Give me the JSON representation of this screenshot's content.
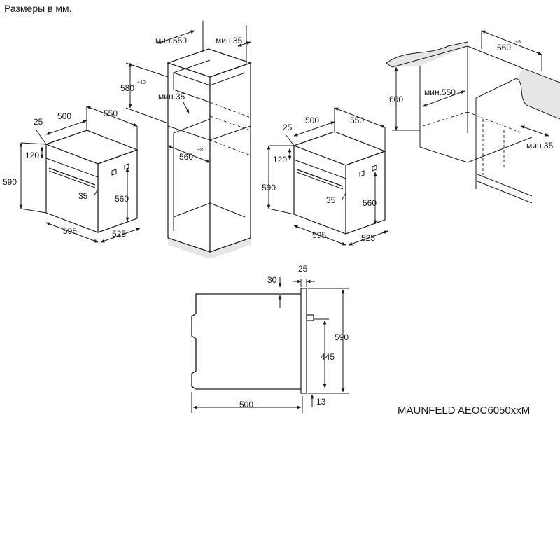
{
  "header": "Размеры в мм.",
  "model": "MAUNFELD AEOC6050xxM",
  "oven_left": {
    "depth_top": "500",
    "width_top": "550",
    "panel": "25",
    "panel_h": "120",
    "height": "590",
    "handle": "35",
    "inner_h": "560",
    "width": "595",
    "depth": "525"
  },
  "cabinet": {
    "min_depth": "мин.550",
    "min_gap": "мин.35",
    "niche_h": "580",
    "niche_tol": "+10",
    "vent": "мин.35",
    "niche_w": "560",
    "niche_w_tol": "+8"
  },
  "oven_right": {
    "depth_top": "500",
    "width_top": "550",
    "panel": "25",
    "panel_h": "120",
    "height": "590",
    "handle": "35",
    "inner_h": "560",
    "width": "595",
    "depth": "525"
  },
  "under_counter": {
    "width": "560",
    "width_tol": "+8",
    "height": "600",
    "min_depth": "мин.550",
    "min_gap": "мин.35"
  },
  "side_view": {
    "top_offset": "30",
    "panel": "25",
    "height": "590",
    "rail_h": "445",
    "depth": "500",
    "bottom": "13"
  }
}
